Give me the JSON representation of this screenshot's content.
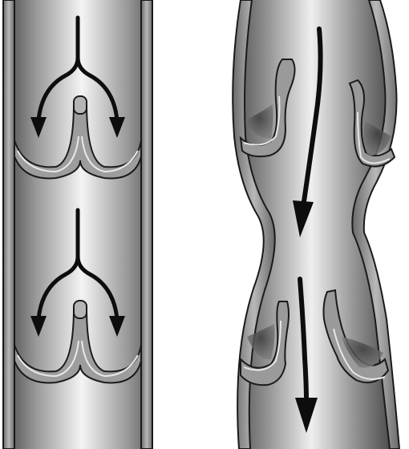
{
  "figure": {
    "colors": {
      "background": "#ffffff",
      "wall": "#8a8a8a",
      "outline": "#1a1a1a",
      "arrow": "#0d0d0d",
      "lumen_dark": "#6e6e6e",
      "lumen_light": "#f2f2f2"
    },
    "panels": [
      {
        "name": "left-vein",
        "description_hidden": "",
        "valve_count": 2,
        "arrow_count": 2,
        "arrow_shape": "forked"
      },
      {
        "name": "right-vein",
        "description_hidden": "",
        "valve_count": 2,
        "arrow_count": 2,
        "arrow_shape": "straight"
      }
    ]
  }
}
